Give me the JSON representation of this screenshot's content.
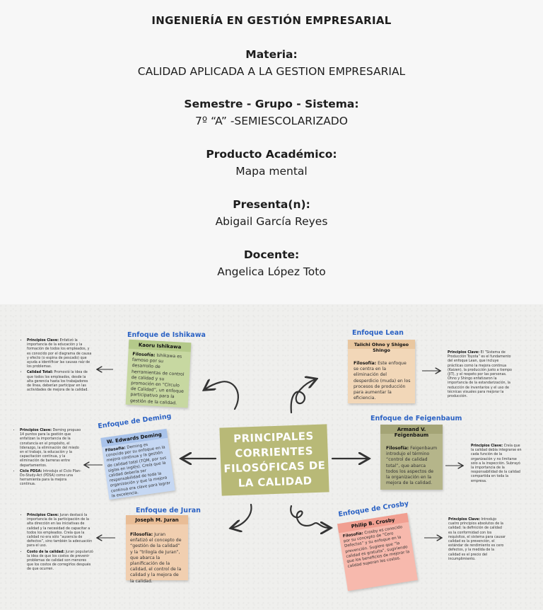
{
  "cover": {
    "institution": "INGENIERÍA EN GESTIÓN EMPRESARIAL",
    "materia_label": "Materia:",
    "materia_value": "CALIDAD APLICADA A LA GESTION EMPRESARIAL",
    "semestre_label": "Semestre - Grupo - Sistema:",
    "semestre_value": "7º “A” -SEMIESCOLARIZADO",
    "producto_label": "Producto Académico:",
    "producto_value": "Mapa mental",
    "presenta_label": "Presenta(n):",
    "presenta_value": "Abigail García Reyes",
    "docente_label": "Docente:",
    "docente_value": "Angelica López Toto"
  },
  "map": {
    "center": "PRINCIPALES CORRIENTES FILOSÓFICAS DE LA CALIDAD",
    "colors": {
      "center": "#b8b977",
      "title": "#2b62c4"
    },
    "ishikawa": {
      "title": "Enfoque de Ishikawa",
      "author": "Kaoru Ishikawa",
      "philosophy_label": "Filosofía:",
      "philosophy": "Ishikawa es famoso por su desarrollo de herramientas de control de calidad y su promoción en “Círculo de Calidad”, un enfoque participativo para la gestión de la calidad.",
      "principles_label": "Principios Clave:",
      "principles": "Enfatizó la importancia de la educación y la formación de todos los empleados, y es conocido por el diagrama de causa y efecto (o espina de pescado) que ayuda a identificar las causas raíz de los problemas.",
      "tqc_label": "Calidad Total:",
      "tqc": "Promovió la idea de que todos los empleados, desde la alta gerencia hasta los trabajadores de línea, deberían participar en las actividades de mejora de la calidad."
    },
    "deming": {
      "title": "Enfoque de Deming",
      "author": "W. Edwards Deming",
      "philosophy_label": "Filosofía:",
      "philosophy": "Deming es conocido por su enfoque en la mejora continua y la gestión de calidad total (TQM, por sus siglas en inglés). Creía que la calidad debería ser responsabilidad de toda la organización y que la mejora continua era clave para lograr la excelencia.",
      "principles_label": "Principios Clave:",
      "principles": "Deming propuso 14 puntos para la gestión que enfatizan la importancia de la constancia en el propósito, el liderazgo, la eliminación del miedo en el trabajo, la educación y la capacitación continua, y la eliminación de barreras entre departamentos.",
      "cycle_label": "Ciclo PDSA:",
      "cycle": "Introdujo el Ciclo Plan-Do-Study-Act (PDSA) como una herramienta para la mejora continua."
    },
    "juran": {
      "title": "Enfoque de Juran",
      "author": "Joseph M. Juran",
      "philosophy_label": "Filosofía:",
      "philosophy": "Juran enfatizó el concepto de “gestión de la calidad” y la “trilogía de Juran”, que abarca la planificación de la calidad, el control de la calidad y la mejora de la calidad.",
      "principles_label": "Principios Clave:",
      "principles": "Juran destacó la importancia de la participación de la alta dirección en las iniciativas de calidad y la necesidad de capacitar a todos los empleados. Creía que la calidad no era sólo “ausencia de defectos”, sino también la adecuación para el uso.",
      "cost_label": "Costo de la calidad:",
      "cost": "Juran popularizó la idea de que los costos de prevenir problemas de calidad son menores que los costos de corregirlos después de que ocurren."
    },
    "lean": {
      "title": "Enfoque Lean",
      "author": "Taiichi Ohno y Shigeo Shingo",
      "philosophy_label": "Filosofía:",
      "philosophy": "Este enfoque se centra en la eliminación del desperdicio (muda) en los procesos de producción para aumentar la eficiencia.",
      "principles_label": "Principios Clave:",
      "principles": "El “Sistema de Producción Toyota” es el fundamento del enfoque Lean, que incluye prácticas como la mejora continua (Kaizen), la producción justo a tiempo (JIT), y el respeto por las personas. Ohno y Shingo enfatizaron la importancia de la estandarización, la reducción de inventarios y el uso de técnicas visuales para mejorar la producción."
    },
    "feigenbaum": {
      "title": "Enfoque de Feigenbaum",
      "author": "Armand V. Feigenbaum",
      "philosophy_label": "Filosofía:",
      "philosophy": "Feigenbaum introdujo el término “control de calidad total”, que abarca todos los aspectos de la organización en la mejora de la calidad.",
      "principles_label": "Principios Clave:",
      "principles": "Creía que la calidad debía integrarse en cada función de la organización y no limitarse solo a la inspección. Subrayó la importancia de la responsabilidad de la calidad compartida en toda la empresa."
    },
    "crosby": {
      "title": "Enfoque de Crosby",
      "author": "Philip B. Crosby",
      "philosophy_label": "Filosofía:",
      "philosophy": "Crosby es conocido por su concepto de “Cero Defectos” y su enfoque en la prevención. Sugiere que “la calidad es gratuita”, sugiriendo que los beneficios de mejorar la calidad superan los costos.",
      "principles_label": "Principios Clave:",
      "principles": "Introdujo cuatro principios absolutos de la calidad: la definición de calidad es la conformidad con los requisitos, el sistema para causar calidad es la prevención, el estándar de rendimiento es cero defectos, y la medida de la calidad es el precio del incumplimiento."
    }
  }
}
